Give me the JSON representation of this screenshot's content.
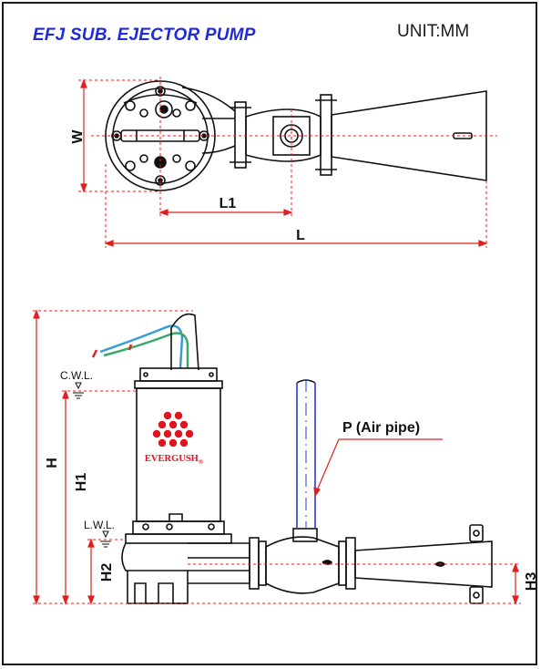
{
  "header": {
    "title": "EFJ SUB. EJECTOR PUMP",
    "unit": "UNIT:MM"
  },
  "top_view": {
    "dims": {
      "w": "W",
      "l1": "L1",
      "l": "L"
    }
  },
  "side_view": {
    "dims": {
      "h": "H",
      "h1": "H1",
      "h2": "H2",
      "h3": "H3"
    },
    "levels": {
      "cwl": "C.W.L.",
      "lwl": "L.W.L."
    },
    "air_pipe_label": "P (Air pipe)",
    "brand": "EVERGUSH",
    "brand_mark": "®"
  },
  "colors": {
    "title": "#1f2bd6",
    "dimension_lines": "#e02020",
    "outline": "#111111",
    "air_pipe": "#2a3bd0",
    "logo": "#e0141e",
    "cable_blue": "#3a9bd8",
    "cable_green": "#3aa86a"
  }
}
